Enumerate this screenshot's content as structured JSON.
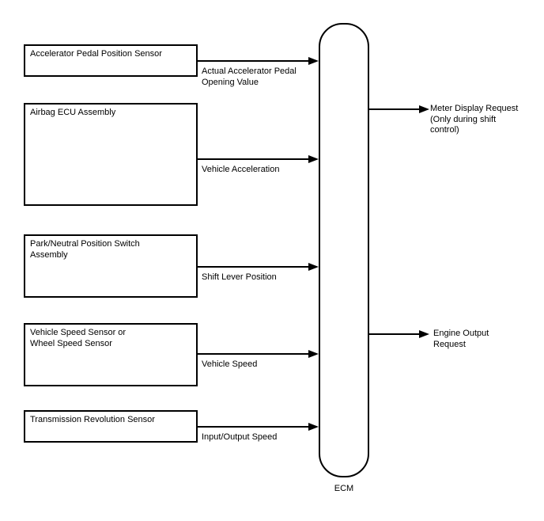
{
  "diagram": {
    "type": "signal-flow-block-diagram",
    "ecm": {
      "label": "ECM"
    },
    "inputs": [
      {
        "source": "Accelerator Pedal Position Sensor",
        "signal": "Actual Accelerator Pedal\nOpening Value"
      },
      {
        "source": "Airbag ECU Assembly",
        "signal": "Vehicle Acceleration"
      },
      {
        "source": "Park/Neutral Position Switch\nAssembly",
        "signal": "Shift Lever Position"
      },
      {
        "source": "Vehicle Speed Sensor or\nWheel Speed Sensor",
        "signal": "Vehicle Speed"
      },
      {
        "source": "Transmission Revolution Sensor",
        "signal": "Input/Output Speed"
      }
    ],
    "outputs": [
      {
        "signal": "Meter Display Request\n(Only during shift\ncontrol)"
      },
      {
        "signal": "Engine Output\nRequest"
      }
    ],
    "colors": {
      "line": "#000000",
      "text": "#000000",
      "background": "#ffffff"
    }
  }
}
